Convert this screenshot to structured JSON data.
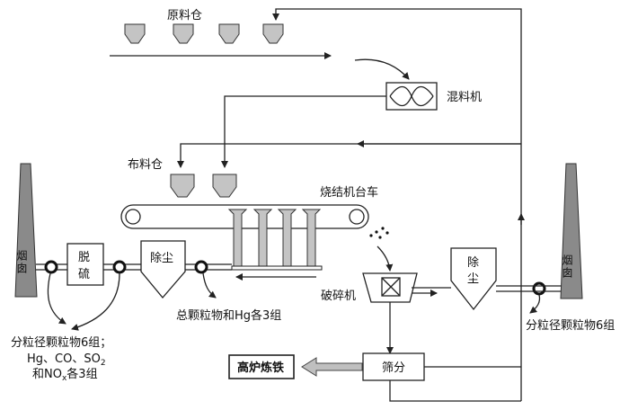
{
  "labels": {
    "raw_bin": "原料仓",
    "mixer": "混料机",
    "feed_bin": "布料仓",
    "sinter_car": "烧结机台车",
    "crusher": "破碎机",
    "screen": "筛分",
    "blast_furnace": "高炉炼铁",
    "chimney_left": "烟囱",
    "chimney_right": "烟囱",
    "desulfur": "脱硫",
    "dust_left": "除尘",
    "dust_right": "除尘",
    "sample_mid": "总颗粒物和Hg各3组",
    "sample_left_line1": "分粒径颗粒物6组；",
    "sample_left_line2": "Hg、CO、SO",
    "sample_left_line2_sub": "2",
    "sample_left_line3_pre": "和NO",
    "sample_left_line3_sub": "x",
    "sample_left_line3_post": "各3组",
    "sample_right": "分粒径颗粒物6组"
  }
}
